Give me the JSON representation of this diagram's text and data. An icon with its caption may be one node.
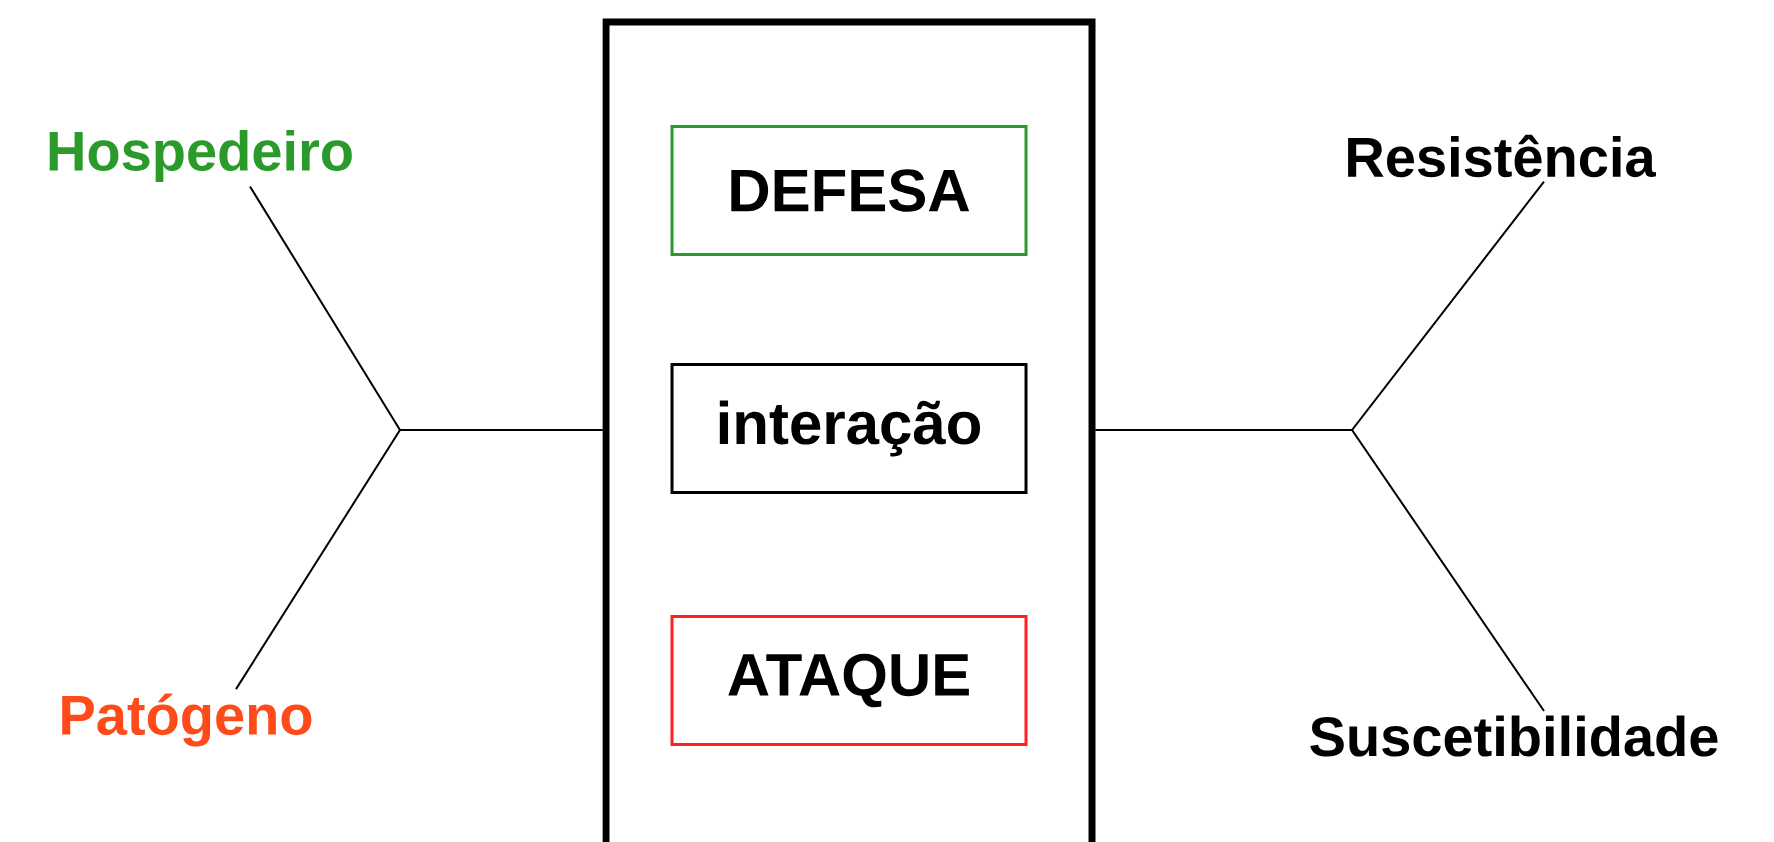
{
  "diagram": {
    "nodes": [
      {
        "text": [
          "Hospedeiro"
        ]
      },
      {
        "text": [
          "Patógeno"
        ]
      },
      {
        "text": [],
        "shape": "box"
      },
      {
        "text": [
          "DEFESA"
        ],
        "in": 2
      },
      {
        "text": [
          "interação"
        ],
        "in": 2
      },
      {
        "text": [
          "ATAQUE"
        ],
        "in": 2
      },
      {
        "text": [
          "Resistência"
        ]
      },
      {
        "text": [
          "Suscetibilidade"
        ]
      }
    ],
    "edges": [
      {
        "from": 0,
        "to": 2,
        "arrow": "none"
      },
      {
        "from": 1,
        "to": 2,
        "arrow": "none"
      },
      {
        "from": 2,
        "to": 6,
        "arrow": "none"
      },
      {
        "from": 2,
        "to": 7,
        "arrow": "none"
      }
    ]
  }
}
